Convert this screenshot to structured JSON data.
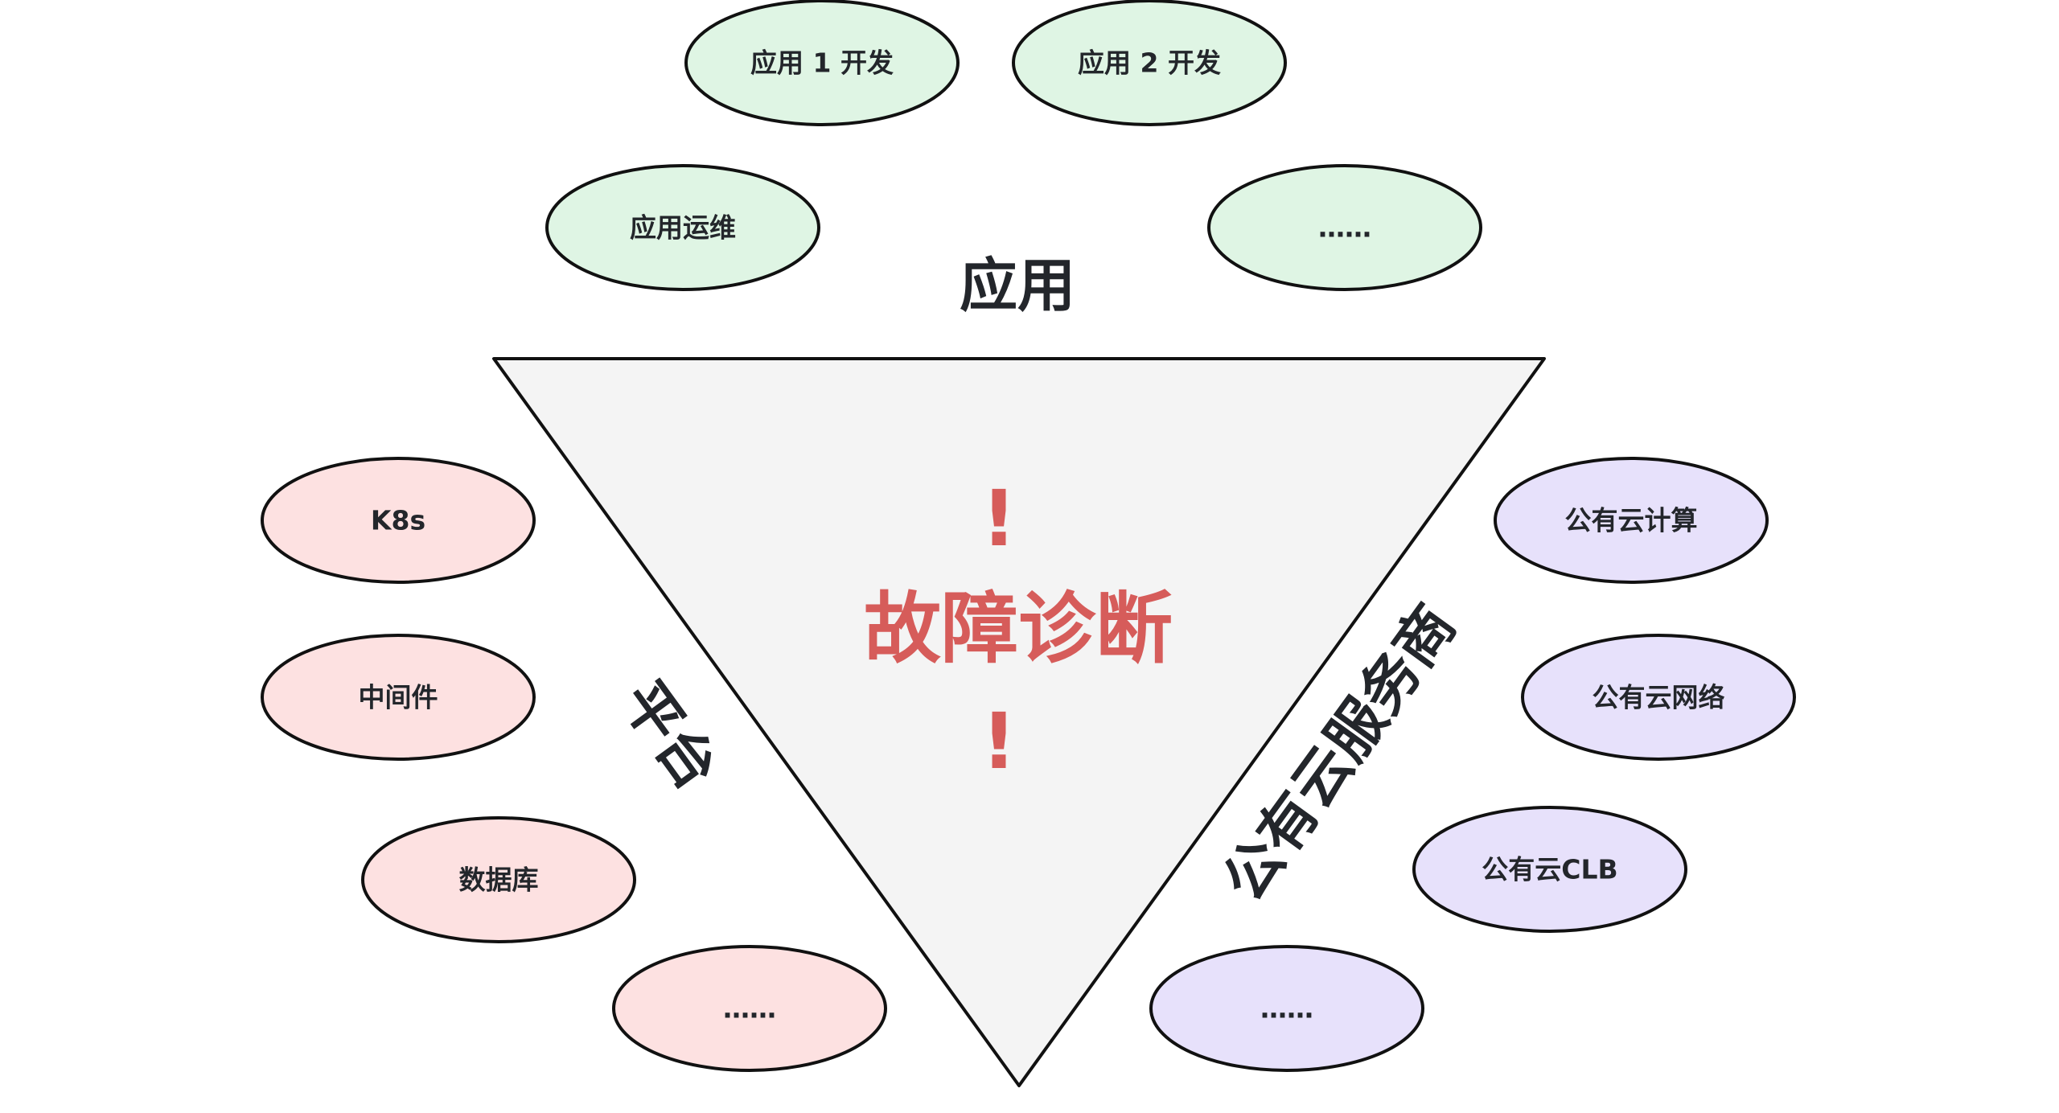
{
  "colors": {
    "application_fill": "#dff5e4",
    "platform_fill": "#fde1e1",
    "cloud_fill": "#e7e1fb",
    "triangle_fill": "#f4f4f4",
    "accent_red": "#d65c5a",
    "stroke": "#111111"
  },
  "center": {
    "title": "故障诊断",
    "mark_top": "!",
    "mark_bottom": "!"
  },
  "sections": {
    "application": "应用",
    "platform": "平台",
    "cloud": "公有云服务商"
  },
  "application_nodes": [
    "应用 1 开发",
    "应用 2 开发",
    "应用运维",
    "……"
  ],
  "platform_nodes": [
    "K8s",
    "中间件",
    "数据库",
    "……"
  ],
  "cloud_nodes": [
    "公有云计算",
    "公有云网络",
    "公有云CLB",
    "……"
  ]
}
